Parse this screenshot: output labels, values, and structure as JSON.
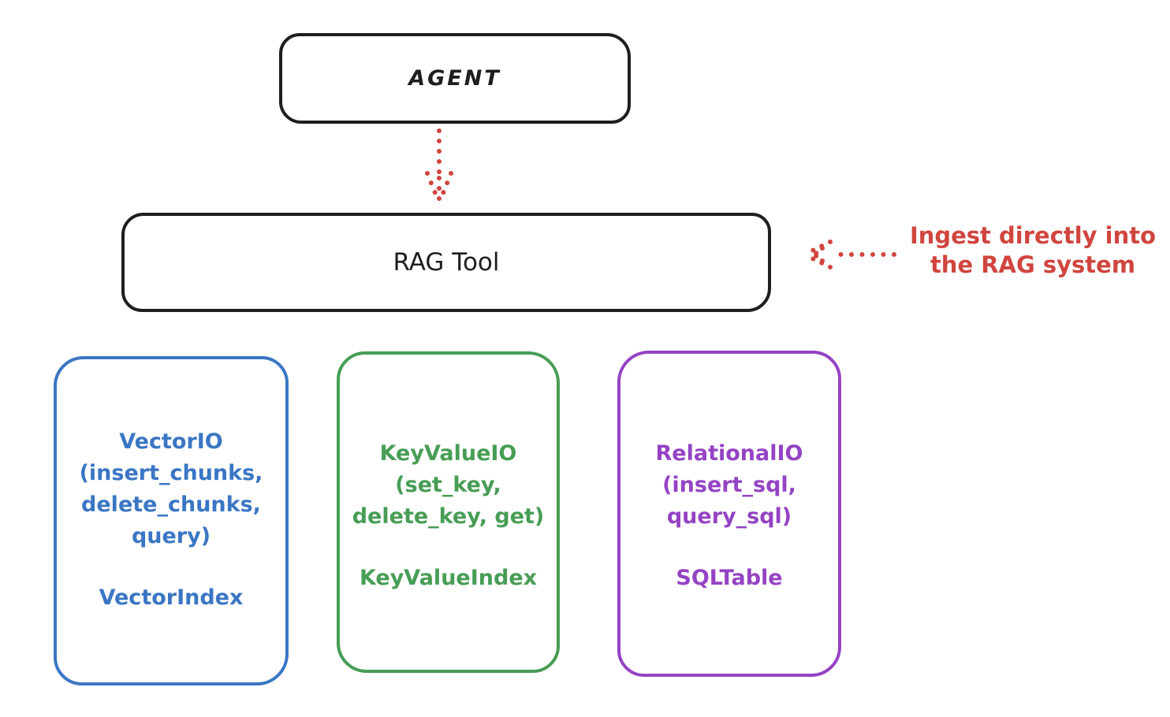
{
  "colors": {
    "ink": "#1e1e1e",
    "accent_red": "#d0453e",
    "vector_blue": "#3a76c4",
    "keyvalue_green": "#479d55",
    "relational_purple": "#9443c4",
    "background": "#ffffff"
  },
  "agent_box": {
    "label": "AGENT"
  },
  "rag_box": {
    "label": "RAG Tool"
  },
  "annotation": {
    "line1": "Ingest directly into",
    "line2": "the RAG system"
  },
  "io_boxes": [
    {
      "id": "vector-io",
      "color": "#3a76c4",
      "lines": [
        "VectorIO",
        "(insert_chunks,",
        "delete_chunks,",
        "query)"
      ],
      "index_label": "VectorIndex"
    },
    {
      "id": "keyvalue-io",
      "color": "#479d55",
      "lines": [
        "KeyValueIO",
        "(set_key,",
        "delete_key, get)"
      ],
      "index_label": "KeyValueIndex"
    },
    {
      "id": "relational-io",
      "color": "#9443c4",
      "lines": [
        "RelationalIO",
        "(insert_sql,",
        "query_sql)"
      ],
      "index_label": "SQLTable"
    }
  ]
}
